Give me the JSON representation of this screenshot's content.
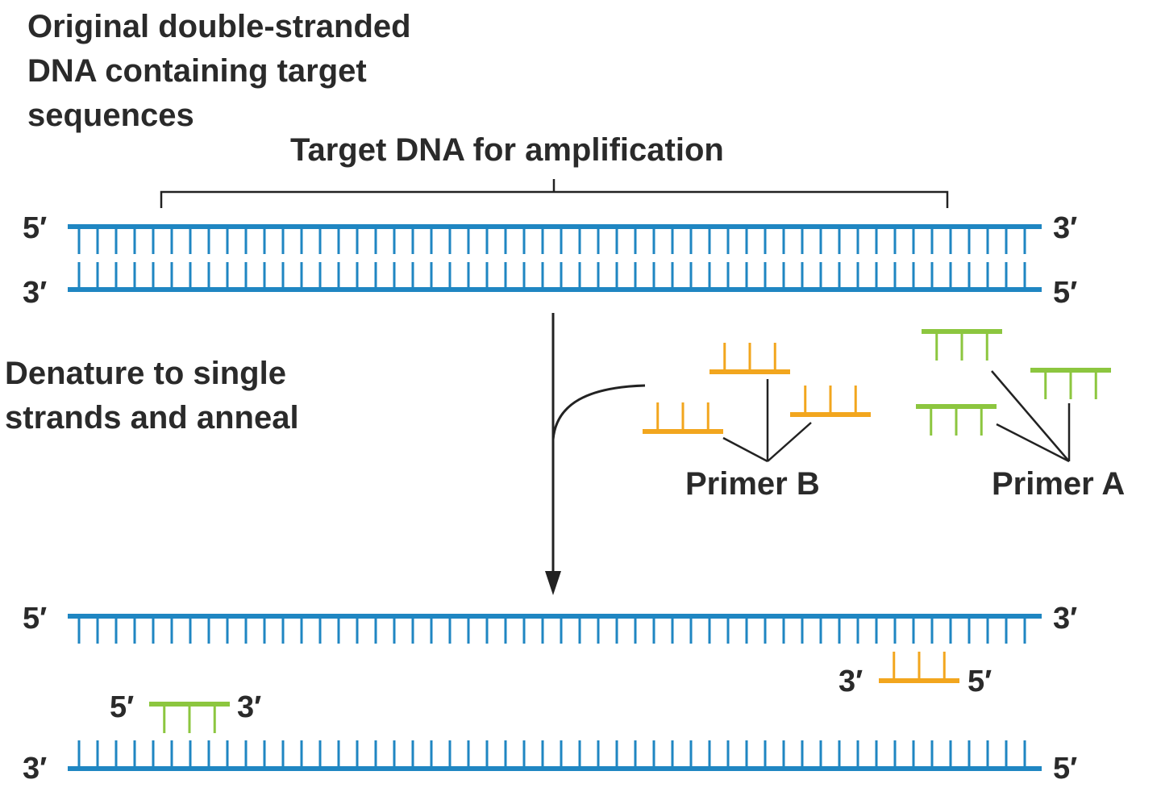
{
  "labels": {
    "title_lines": [
      "Original double-stranded",
      "DNA containing target",
      "sequences"
    ],
    "target": "Target DNA for amplification",
    "denature_lines": [
      "Denature to single",
      "strands and anneal"
    ],
    "primer_b": "Primer B",
    "primer_a": "Primer A"
  },
  "ends": {
    "top_left_upper": "5′",
    "top_left_lower": "3′",
    "top_right_upper": "3′",
    "top_right_lower": "5′",
    "bottom_upper_left": "5′",
    "bottom_upper_right": "3′",
    "bottom_lower_left": "3′",
    "bottom_lower_right": "5′",
    "primer_b_left": "3′",
    "primer_b_right": "5′",
    "primer_a_left": "5′",
    "primer_a_right": "3′"
  },
  "colors": {
    "dna_strand": "#1f86c2",
    "primer_a": "#8cc63f",
    "primer_b": "#f2a61e",
    "text": "#2a2a2a",
    "lines": "#222222"
  }
}
